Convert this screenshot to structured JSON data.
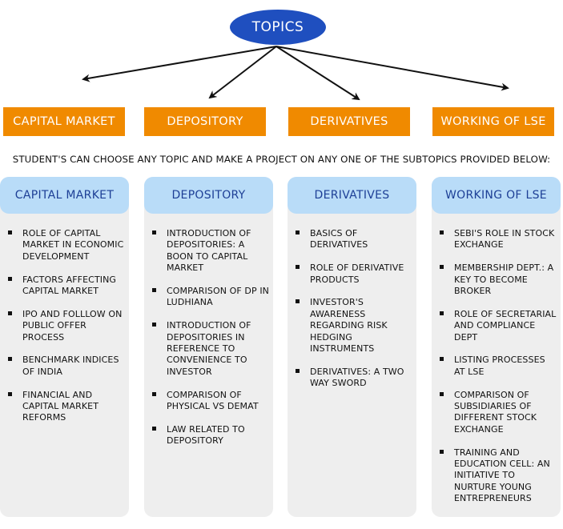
{
  "root": {
    "label": "TOPICS"
  },
  "topics": [
    {
      "label": "CAPITAL MARKET"
    },
    {
      "label": "DEPOSITORY"
    },
    {
      "label": "DERIVATIVES"
    },
    {
      "label": "WORKING OF LSE"
    }
  ],
  "instruction": "STUDENT'S CAN CHOOSE ANY TOPIC AND MAKE A PROJECT ON ANY ONE OF THE SUBTOPICS PROVIDED BELOW:",
  "columns": [
    {
      "header": "CAPITAL MARKET",
      "items": [
        "ROLE OF CAPITAL MARKET IN ECONOMIC DEVELOPMENT",
        "FACTORS AFFECTING CAPITAL MARKET",
        "IPO AND FOLLLOW ON PUBLIC OFFER PROCESS",
        "BENCHMARK INDICES OF INDIA",
        "FINANCIAL AND CAPITAL MARKET REFORMS"
      ]
    },
    {
      "header": "DEPOSITORY",
      "items": [
        "INTRODUCTION OF DEPOSITORIES: A BOON TO CAPITAL MARKET",
        "COMPARISON OF DP IN LUDHIANA",
        "INTRODUCTION OF DEPOSITORIES IN REFERENCE TO CONVENIENCE TO INVESTOR",
        "COMPARISON OF PHYSICAL VS DEMAT",
        "LAW RELATED TO DEPOSITORY"
      ]
    },
    {
      "header": "DERIVATIVES",
      "items": [
        "BASICS OF DERIVATIVES",
        "ROLE OF DERIVATIVE PRODUCTS",
        "INVESTOR'S AWARENESS REGARDING RISK HEDGING INSTRUMENTS",
        "DERIVATIVES: A TWO WAY SWORD"
      ]
    },
    {
      "header": "WORKING OF LSE",
      "items": [
        "SEBI'S ROLE IN STOCK EXCHANGE",
        "MEMBERSHIP DEPT.: A KEY TO BECOME BROKER",
        "ROLE OF SECRETARIAL AND COMPLIANCE DEPT",
        "LISTING PROCESSES AT LSE",
        "COMPARISON OF SUBSIDIARIES OF DIFFERENT STOCK EXCHANGE",
        "TRAINING AND EDUCATION CELL: AN INITIATIVE TO NURTURE YOUNG ENTREPRENEURS"
      ]
    }
  ],
  "colors": {
    "root_fill": "#1f4fbf",
    "topic_fill": "#f08a00",
    "column_header_fill": "#b9dcf8",
    "column_body_fill": "#eeeeee",
    "column_header_text": "#1d3f96",
    "arrow": "#111111"
  }
}
